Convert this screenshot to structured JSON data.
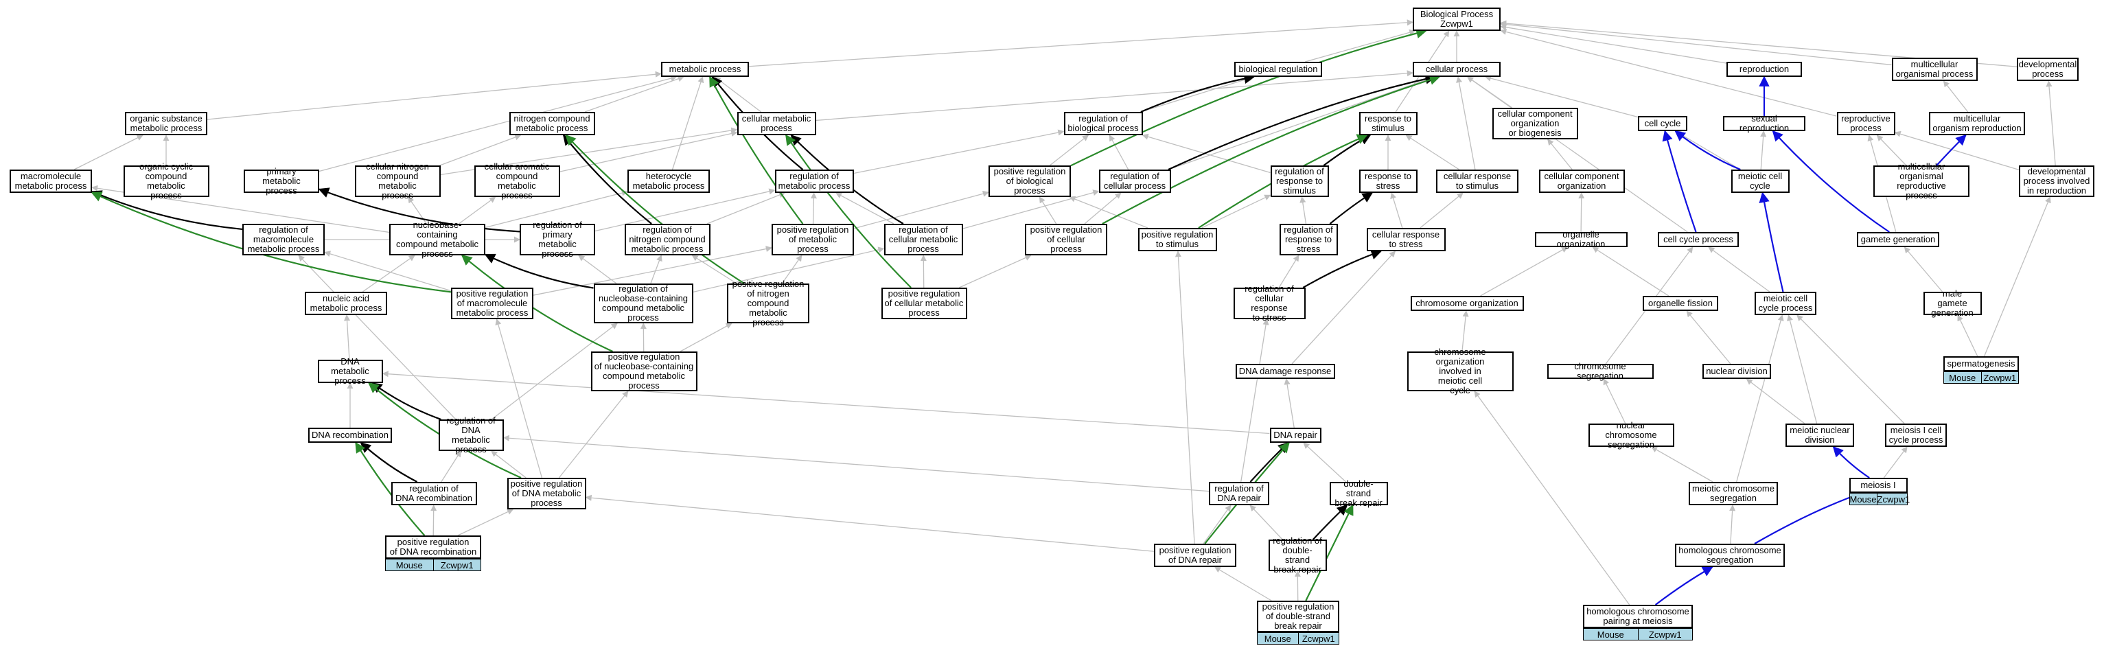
{
  "colors": {
    "is_a": "#bfbfbf",
    "regulates": "#000000",
    "positively_regulates": "#2a8a2a",
    "part_of": "#1010e0",
    "tag_bg": "#add8e6"
  },
  "nodes": [
    {
      "id": "bp",
      "label": "Biological Process\nZcwpw1"
    },
    {
      "id": "metab",
      "label": "metabolic process"
    },
    {
      "id": "bioreg",
      "label": "biological regulation"
    },
    {
      "id": "cellproc",
      "label": "cellular process"
    },
    {
      "id": "repro",
      "label": "reproduction"
    },
    {
      "id": "multiorg",
      "label": "multicellular\norganismal process"
    },
    {
      "id": "devproc",
      "label": "developmental\nprocess"
    },
    {
      "id": "orgsub",
      "label": "organic substance\nmetabolic process"
    },
    {
      "id": "nitro",
      "label": "nitrogen compound\nmetabolic process"
    },
    {
      "id": "cellmet",
      "label": "cellular metabolic\nprocess"
    },
    {
      "id": "regbio",
      "label": "regulation of\nbiological process"
    },
    {
      "id": "respstim",
      "label": "response to\nstimulus"
    },
    {
      "id": "ccorg",
      "label": "cellular component\norganization\nor biogenesis"
    },
    {
      "id": "cellcycle",
      "label": "cell cycle"
    },
    {
      "id": "sexrep",
      "label": "sexual reproduction"
    },
    {
      "id": "reproproc",
      "label": "reproductive\nprocess"
    },
    {
      "id": "multirep",
      "label": "multicellular\norganism reproduction"
    },
    {
      "id": "macro",
      "label": "macromolecule\nmetabolic process"
    },
    {
      "id": "orgcyc",
      "label": "organic cyclic\ncompound metabolic\nprocess"
    },
    {
      "id": "primet",
      "label": "primary metabolic\nprocess"
    },
    {
      "id": "cellnitro",
      "label": "cellular nitrogen\ncompound metabolic\nprocess"
    },
    {
      "id": "cellarom",
      "label": "cellular aromatic\ncompound metabolic\nprocess"
    },
    {
      "id": "hetero",
      "label": "heterocycle\nmetabolic process"
    },
    {
      "id": "regmet",
      "label": "regulation of\nmetabolic process"
    },
    {
      "id": "posregbio",
      "label": "positive regulation\nof biological\nprocess"
    },
    {
      "id": "regcell",
      "label": "regulation of\ncellular process"
    },
    {
      "id": "regresp",
      "label": "regulation of\nresponse to\nstimulus"
    },
    {
      "id": "respstress",
      "label": "response to\nstress"
    },
    {
      "id": "cellresp",
      "label": "cellular response\nto stimulus"
    },
    {
      "id": "ccorg2",
      "label": "cellular component\norganization"
    },
    {
      "id": "meicc",
      "label": "meiotic cell\ncycle"
    },
    {
      "id": "multirepproc",
      "label": "multicellular\norganismal reproductive\nprocess"
    },
    {
      "id": "devrepro",
      "label": "developmental\nprocess involved\nin reproduction"
    },
    {
      "id": "regmacro",
      "label": "regulation of\nmacromolecule\nmetabolic process"
    },
    {
      "id": "nucbase",
      "label": "nucleobase-containing\ncompound metabolic\nprocess"
    },
    {
      "id": "regprim",
      "label": "regulation of\nprimary metabolic\nprocess"
    },
    {
      "id": "regnitro",
      "label": "regulation of\nnitrogen compound\nmetabolic process"
    },
    {
      "id": "posregmet",
      "label": "positive regulation\nof metabolic\nprocess"
    },
    {
      "id": "regcellmet",
      "label": "regulation of\ncellular metabolic\nprocess"
    },
    {
      "id": "posregcell",
      "label": "positive regulation\nof cellular\nprocess"
    },
    {
      "id": "posregresp",
      "label": "positive regulation\nto stimulus"
    },
    {
      "id": "regrespstress",
      "label": "regulation of\nresponse to\nstress"
    },
    {
      "id": "cellrespstress",
      "label": "cellular response\nto stress"
    },
    {
      "id": "orgorg",
      "label": "organelle organization"
    },
    {
      "id": "ccproc",
      "label": "cell cycle process"
    },
    {
      "id": "gamete",
      "label": "gamete generation"
    },
    {
      "id": "nucacid",
      "label": "nucleic acid\nmetabolic process"
    },
    {
      "id": "posregmacro",
      "label": "positive regulation\nof macromolecule\nmetabolic process"
    },
    {
      "id": "regnucbase",
      "label": "regulation of\nnucleobase-containing\ncompound metabolic\nprocess"
    },
    {
      "id": "posregnitro",
      "label": "positive regulation\nof nitrogen\ncompound metabolic\nprocess"
    },
    {
      "id": "posregcellmet",
      "label": "positive regulation\nof cellular metabolic\nprocess"
    },
    {
      "id": "regcellrespstress",
      "label": "regulation of\ncellular response\nto stress"
    },
    {
      "id": "chromorg",
      "label": "chromosome organization"
    },
    {
      "id": "orgfission",
      "label": "organelle fission"
    },
    {
      "id": "meiccproc",
      "label": "meiotic cell\ncycle process"
    },
    {
      "id": "malegam",
      "label": "male gamete\ngeneration"
    },
    {
      "id": "dnamet",
      "label": "DNA metabolic\nprocess"
    },
    {
      "id": "posregnuc",
      "label": "positive regulation\nof nucleobase-containing\ncompound metabolic\nprocess"
    },
    {
      "id": "dnadamage",
      "label": "DNA damage response"
    },
    {
      "id": "chromorgmei",
      "label": "chromosome organization\ninvolved in\nmeiotic cell\ncycle"
    },
    {
      "id": "chromseg",
      "label": "chromosome segregation"
    },
    {
      "id": "nucdiv",
      "label": "nuclear division"
    },
    {
      "id": "sperm",
      "label": "spermatogenesis"
    },
    {
      "id": "dnarec",
      "label": "DNA recombination"
    },
    {
      "id": "regdnamet",
      "label": "regulation of\nDNA metabolic\nprocess"
    },
    {
      "id": "dnarepair",
      "label": "DNA repair"
    },
    {
      "id": "nucchromseg",
      "label": "nuclear chromosome\nsegregation"
    },
    {
      "id": "meinucdiv",
      "label": "meiotic nuclear\ndivision"
    },
    {
      "id": "meiIcc",
      "label": "meiosis I cell\ncycle process"
    },
    {
      "id": "regdnarec",
      "label": "regulation of\nDNA recombination"
    },
    {
      "id": "posregdnamet",
      "label": "positive regulation\nof DNA metabolic\nprocess"
    },
    {
      "id": "regdnarep",
      "label": "regulation of\nDNA repair"
    },
    {
      "id": "dsbr",
      "label": "double-strand\nbreak repair"
    },
    {
      "id": "meichromseg",
      "label": "meiotic chromosome\nsegregation"
    },
    {
      "id": "meiI",
      "label": "meiosis I"
    },
    {
      "id": "posregdnarec",
      "label": "positive regulation\nof DNA recombination"
    },
    {
      "id": "posregdnarep",
      "label": "positive regulation\nof DNA repair"
    },
    {
      "id": "regdsbr",
      "label": "regulation of\ndouble-strand\nbreak repair"
    },
    {
      "id": "homchromseg",
      "label": "homologous chromosome\nsegregation"
    },
    {
      "id": "posregdsbr",
      "label": "positive regulation\nof double-strand\nbreak repair"
    },
    {
      "id": "hompair",
      "label": "homologous chromosome\npairing at meiosis"
    }
  ],
  "tags": [
    {
      "id": "sperm",
      "left": "Mouse",
      "right": "Zcwpw1"
    },
    {
      "id": "meiI",
      "left": "Mouse",
      "right": "Zcwpw1"
    },
    {
      "id": "posregdnarec",
      "left": "Mouse",
      "right": "Zcwpw1"
    },
    {
      "id": "posregdsbr",
      "left": "Mouse",
      "right": "Zcwpw1"
    },
    {
      "id": "hompair",
      "left": "Mouse",
      "right": "Zcwpw1"
    }
  ],
  "edges": [
    [
      "metab",
      "bp",
      "is_a"
    ],
    [
      "bioreg",
      "bp",
      "is_a"
    ],
    [
      "cellproc",
      "bp",
      "is_a"
    ],
    [
      "repro",
      "bp",
      "is_a"
    ],
    [
      "multiorg",
      "bp",
      "is_a"
    ],
    [
      "devproc",
      "bp",
      "is_a"
    ],
    [
      "orgsub",
      "metab",
      "is_a"
    ],
    [
      "nitro",
      "metab",
      "is_a"
    ],
    [
      "cellmet",
      "metab",
      "is_a"
    ],
    [
      "regbio",
      "bioreg",
      "is_a"
    ],
    [
      "respstim",
      "bp",
      "is_a"
    ],
    [
      "ccorg",
      "cellproc",
      "is_a"
    ],
    [
      "cellcycle",
      "cellproc",
      "is_a"
    ],
    [
      "sexrep",
      "repro",
      "is_a"
    ],
    [
      "reproproc",
      "bp",
      "is_a"
    ],
    [
      "multirep",
      "multiorg",
      "is_a"
    ],
    [
      "cellmet",
      "cellproc",
      "is_a"
    ],
    [
      "macro",
      "orgsub",
      "is_a"
    ],
    [
      "orgcyc",
      "orgsub",
      "is_a"
    ],
    [
      "primet",
      "metab",
      "is_a"
    ],
    [
      "cellnitro",
      "nitro",
      "is_a"
    ],
    [
      "cellnitro",
      "cellmet",
      "is_a"
    ],
    [
      "cellarom",
      "cellmet",
      "is_a"
    ],
    [
      "hetero",
      "metab",
      "is_a"
    ],
    [
      "regmet",
      "regbio",
      "is_a"
    ],
    [
      "posregbio",
      "regbio",
      "is_a"
    ],
    [
      "regcell",
      "regbio",
      "is_a"
    ],
    [
      "regcell",
      "cellproc",
      "is_a"
    ],
    [
      "regresp",
      "regbio",
      "is_a"
    ],
    [
      "respstress",
      "respstim",
      "is_a"
    ],
    [
      "cellresp",
      "respstim",
      "is_a"
    ],
    [
      "cellresp",
      "cellproc",
      "is_a"
    ],
    [
      "ccorg2",
      "ccorg",
      "is_a"
    ],
    [
      "meicc",
      "cellcycle",
      "is_a"
    ],
    [
      "meicc",
      "sexrep",
      "is_a"
    ],
    [
      "multirepproc",
      "multirep",
      "is_a"
    ],
    [
      "multirepproc",
      "reproproc",
      "is_a"
    ],
    [
      "devrepro",
      "devproc",
      "is_a"
    ],
    [
      "devrepro",
      "reproproc",
      "is_a"
    ],
    [
      "regmacro",
      "regprim",
      "is_a"
    ],
    [
      "nucbase",
      "macro",
      "is_a"
    ],
    [
      "nucbase",
      "cellnitro",
      "is_a"
    ],
    [
      "nucbase",
      "hetero",
      "is_a"
    ],
    [
      "nucbase",
      "cellarom",
      "is_a"
    ],
    [
      "regprim",
      "regmet",
      "is_a"
    ],
    [
      "regnitro",
      "regmet",
      "is_a"
    ],
    [
      "posregmet",
      "regmet",
      "is_a"
    ],
    [
      "posregmet",
      "posregbio",
      "is_a"
    ],
    [
      "regcellmet",
      "regmet",
      "is_a"
    ],
    [
      "regcellmet",
      "regcell",
      "is_a"
    ],
    [
      "posregcell",
      "posregbio",
      "is_a"
    ],
    [
      "posregcell",
      "regcell",
      "is_a"
    ],
    [
      "posregresp",
      "posregbio",
      "is_a"
    ],
    [
      "posregresp",
      "regresp",
      "is_a"
    ],
    [
      "regrespstress",
      "regresp",
      "is_a"
    ],
    [
      "cellrespstress",
      "respstress",
      "is_a"
    ],
    [
      "cellrespstress",
      "cellresp",
      "is_a"
    ],
    [
      "orgorg",
      "ccorg2",
      "is_a"
    ],
    [
      "ccproc",
      "cellproc",
      "is_a"
    ],
    [
      "ccproc",
      "cellcycle",
      "part_of"
    ],
    [
      "gamete",
      "reproproc",
      "is_a"
    ],
    [
      "gamete",
      "sexrep",
      "part_of"
    ],
    [
      "nucacid",
      "nucbase",
      "is_a"
    ],
    [
      "posregmacro",
      "regmacro",
      "is_a"
    ],
    [
      "posregmacro",
      "posregmet",
      "is_a"
    ],
    [
      "regnucbase",
      "regprim",
      "is_a"
    ],
    [
      "regnucbase",
      "regnitro",
      "is_a"
    ],
    [
      "regnucbase",
      "regcellmet",
      "is_a"
    ],
    [
      "posregnitro",
      "regnitro",
      "is_a"
    ],
    [
      "posregnitro",
      "posregmet",
      "is_a"
    ],
    [
      "posregcellmet",
      "regcellmet",
      "is_a"
    ],
    [
      "posregcellmet",
      "posregcell",
      "is_a"
    ],
    [
      "regcellrespstress",
      "regrespstress",
      "is_a"
    ],
    [
      "chromorg",
      "orgorg",
      "is_a"
    ],
    [
      "orgfission",
      "orgorg",
      "is_a"
    ],
    [
      "meiccproc",
      "ccproc",
      "is_a"
    ],
    [
      "meiccproc",
      "meicc",
      "part_of"
    ],
    [
      "malegam",
      "gamete",
      "is_a"
    ],
    [
      "dnamet",
      "nucacid",
      "is_a"
    ],
    [
      "posregnuc",
      "regnucbase",
      "is_a"
    ],
    [
      "posregnuc",
      "posregnitro",
      "is_a"
    ],
    [
      "dnadamage",
      "cellrespstress",
      "is_a"
    ],
    [
      "chromorgmei",
      "chromorg",
      "is_a"
    ],
    [
      "chromseg",
      "ccproc",
      "is_a"
    ],
    [
      "nucdiv",
      "orgfission",
      "is_a"
    ],
    [
      "sperm",
      "malegam",
      "is_a"
    ],
    [
      "sperm",
      "devrepro",
      "is_a"
    ],
    [
      "dnarec",
      "dnamet",
      "is_a"
    ],
    [
      "regdnamet",
      "regnucbase",
      "is_a"
    ],
    [
      "regdnamet",
      "regmacro",
      "is_a"
    ],
    [
      "dnarepair",
      "dnamet",
      "is_a"
    ],
    [
      "dnarepair",
      "dnadamage",
      "is_a"
    ],
    [
      "nucchromseg",
      "chromseg",
      "is_a"
    ],
    [
      "meinucdiv",
      "nucdiv",
      "is_a"
    ],
    [
      "meinucdiv",
      "meiccproc",
      "is_a"
    ],
    [
      "meiIcc",
      "meiccproc",
      "is_a"
    ],
    [
      "regdnarec",
      "regdnamet",
      "is_a"
    ],
    [
      "posregdnamet",
      "regdnamet",
      "is_a"
    ],
    [
      "posregdnamet",
      "posregmacro",
      "is_a"
    ],
    [
      "posregdnamet",
      "posregnuc",
      "is_a"
    ],
    [
      "regdnarep",
      "regdnamet",
      "is_a"
    ],
    [
      "regdnarep",
      "regcellrespstress",
      "is_a"
    ],
    [
      "dsbr",
      "dnarepair",
      "is_a"
    ],
    [
      "meichromseg",
      "nucchromseg",
      "is_a"
    ],
    [
      "meichromseg",
      "meiccproc",
      "is_a"
    ],
    [
      "meiI",
      "meiIcc",
      "is_a"
    ],
    [
      "posregdnarec",
      "regdnarec",
      "is_a"
    ],
    [
      "posregdnarec",
      "posregdnamet",
      "is_a"
    ],
    [
      "posregdnarep",
      "regdnarep",
      "is_a"
    ],
    [
      "posregdnarep",
      "posregdnamet",
      "is_a"
    ],
    [
      "posregdnarep",
      "posregresp",
      "is_a"
    ],
    [
      "regdsbr",
      "regdnarep",
      "is_a"
    ],
    [
      "homchromseg",
      "meichromseg",
      "is_a"
    ],
    [
      "posregdsbr",
      "regdsbr",
      "is_a"
    ],
    [
      "posregdsbr",
      "posregdnarep",
      "is_a"
    ],
    [
      "hompair",
      "chromorgmei",
      "is_a"
    ],
    [
      "regbio",
      "bioreg",
      "regulates"
    ],
    [
      "regmet",
      "metab",
      "regulates"
    ],
    [
      "regcell",
      "cellproc",
      "regulates"
    ],
    [
      "regresp",
      "respstim",
      "regulates"
    ],
    [
      "regrespstress",
      "respstress",
      "regulates"
    ],
    [
      "regcellrespstress",
      "cellrespstress",
      "regulates"
    ],
    [
      "regmacro",
      "macro",
      "regulates"
    ],
    [
      "regprim",
      "primet",
      "regulates"
    ],
    [
      "regnitro",
      "nitro",
      "regulates"
    ],
    [
      "regnucbase",
      "nucbase",
      "regulates"
    ],
    [
      "regcellmet",
      "cellmet",
      "regulates"
    ],
    [
      "regdnamet",
      "dnamet",
      "regulates"
    ],
    [
      "regdnarec",
      "dnarec",
      "regulates"
    ],
    [
      "regdnarep",
      "dnarepair",
      "regulates"
    ],
    [
      "regdsbr",
      "dsbr",
      "regulates"
    ],
    [
      "posregbio",
      "bp",
      "positively_regulates"
    ],
    [
      "posregmet",
      "metab",
      "positively_regulates"
    ],
    [
      "posregcell",
      "cellproc",
      "positively_regulates"
    ],
    [
      "posregresp",
      "respstim",
      "positively_regulates"
    ],
    [
      "posregmacro",
      "macro",
      "positively_regulates"
    ],
    [
      "posregnitro",
      "nitro",
      "positively_regulates"
    ],
    [
      "posregcellmet",
      "cellmet",
      "positively_regulates"
    ],
    [
      "posregnuc",
      "nucbase",
      "positively_regulates"
    ],
    [
      "posregdnamet",
      "dnamet",
      "positively_regulates"
    ],
    [
      "posregdnarec",
      "dnarec",
      "positively_regulates"
    ],
    [
      "posregdnarep",
      "dnarepair",
      "positively_regulates"
    ],
    [
      "posregdsbr",
      "dsbr",
      "positively_regulates"
    ],
    [
      "meiI",
      "meinucdiv",
      "part_of"
    ],
    [
      "homchromseg",
      "meiI",
      "part_of"
    ],
    [
      "hompair",
      "homchromseg",
      "part_of"
    ],
    [
      "meicc",
      "cellcycle",
      "part_of"
    ],
    [
      "sexrep",
      "repro",
      "part_of"
    ],
    [
      "multirepproc",
      "multirep",
      "part_of"
    ]
  ]
}
